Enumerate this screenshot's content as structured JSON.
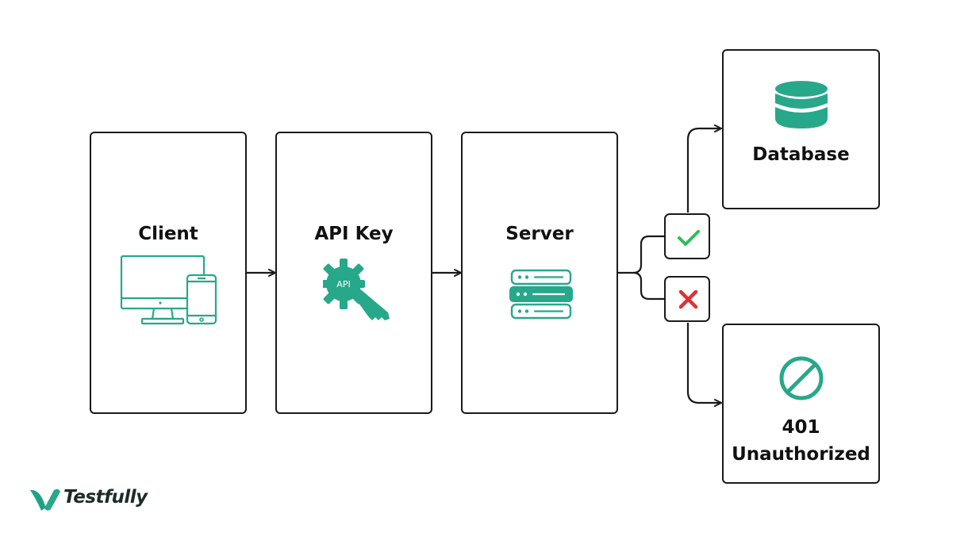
{
  "nodes": {
    "client": {
      "label": "Client",
      "icon": "monitor-phone-icon"
    },
    "api_key": {
      "label": "API Key",
      "icon": "api-key-icon",
      "icon_text": "API"
    },
    "server": {
      "label": "Server",
      "icon": "server-stack-icon"
    },
    "database": {
      "label": "Database",
      "icon": "database-icon"
    },
    "unauthorized": {
      "label_line1": "401",
      "label_line2": "Unauthorized",
      "icon": "prohibited-icon"
    }
  },
  "decisions": {
    "valid": {
      "icon": "checkmark-icon",
      "color": "#2ebd59"
    },
    "invalid": {
      "icon": "x-mark-icon",
      "color": "#e03131"
    }
  },
  "brand": {
    "name": "Testfully",
    "icon": "testfully-logo-icon"
  },
  "colors": {
    "accent": "#27a88a",
    "line": "#1a1a1a"
  }
}
